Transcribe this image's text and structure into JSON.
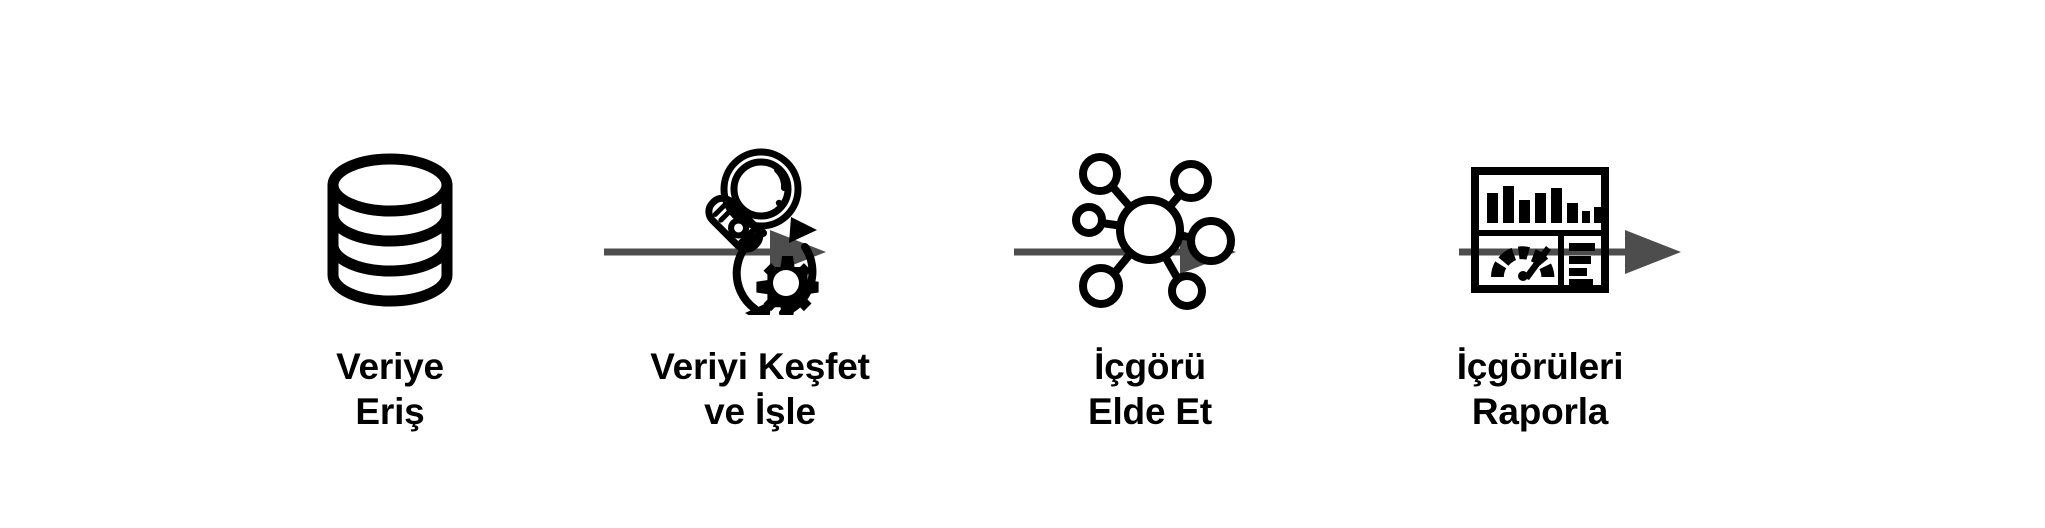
{
  "diagram": {
    "type": "process-flow",
    "orientation": "horizontal",
    "background_color": "#ffffff",
    "icon_color": "#000000",
    "arrow_color": "#4d4d4d",
    "text_color": "#000000",
    "steps": [
      {
        "index": 1,
        "icon": "database-cylinder-icon",
        "label_line1": "Veriye",
        "label_line2": "Eriş",
        "label": "Veriye\nEriş"
      },
      {
        "index": 2,
        "icon": "magnifier-gear-process-icon",
        "label_line1": "Veriyi Keşfet",
        "label_line2": "ve İşle",
        "label": "Veriyi Keşfet\nve İşle"
      },
      {
        "index": 3,
        "icon": "network-nodes-icon",
        "label_line1": "İçgörü",
        "label_line2": "Elde Et",
        "label": "İçgörü\nElde Et"
      },
      {
        "index": 4,
        "icon": "dashboard-report-icon",
        "label_line1": "İçgörüleri",
        "label_line2": "Raporla",
        "label": "İçgörüleri\nRaporla"
      }
    ],
    "arrows": [
      {
        "index": 1,
        "from": "Veriye Eriş",
        "to": "Veriyi Keşfet ve İşle",
        "direction": "right"
      },
      {
        "index": 2,
        "from": "Veriyi Keşfet ve İşle",
        "to": "İçgörü Elde Et",
        "direction": "right"
      },
      {
        "index": 3,
        "from": "İçgörü Elde Et",
        "to": "İçgörüleri Raporla",
        "direction": "right"
      }
    ]
  }
}
